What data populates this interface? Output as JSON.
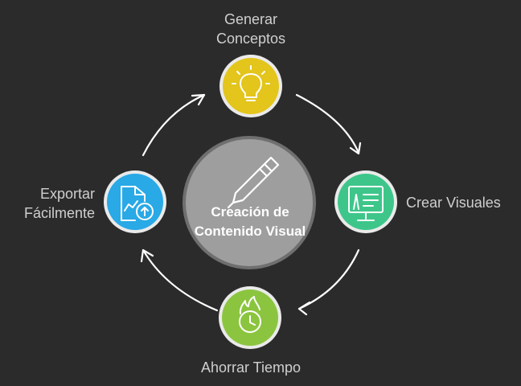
{
  "center": {
    "title": "Creación de Contenido Visual",
    "icon": "pen-icon",
    "color": "#9e9e9e"
  },
  "steps": [
    {
      "label": "Generar Conceptos",
      "icon": "lightbulb-icon",
      "color": "#e3c51c"
    },
    {
      "label": "Crear Visuales",
      "icon": "presentation-screen-icon",
      "color": "#3ec68a"
    },
    {
      "label": "Ahorrar Tiempo",
      "icon": "flame-clock-icon",
      "color": "#8bc53f"
    },
    {
      "label": "Exportar Fácilmente",
      "icon": "chart-upload-icon",
      "color": "#29a9e6"
    }
  ],
  "colors": {
    "background": "#2b2b2b",
    "arrows": "#ffffff",
    "label_text": "#cfcfcf"
  }
}
